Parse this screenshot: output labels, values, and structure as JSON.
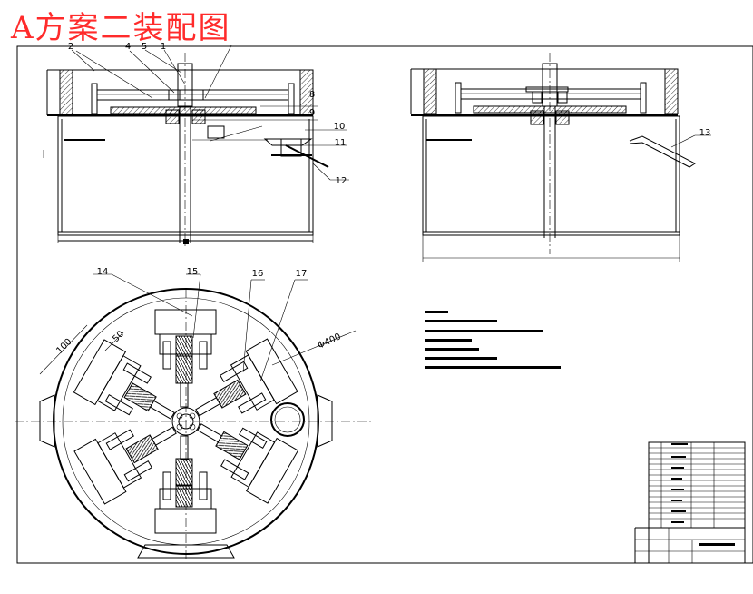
{
  "title": "A方案二装配图",
  "callouts": [
    "2",
    "4",
    "5",
    "1",
    "8",
    "9",
    "10",
    "11",
    "12",
    "13",
    "14",
    "15",
    "16",
    "17"
  ],
  "dimensions": {
    "diameter": "Φ400",
    "width_1": "100",
    "width_2": "50"
  },
  "colors": {
    "title": "#ff2b2b",
    "line": "#000000",
    "background": "#ffffff"
  }
}
